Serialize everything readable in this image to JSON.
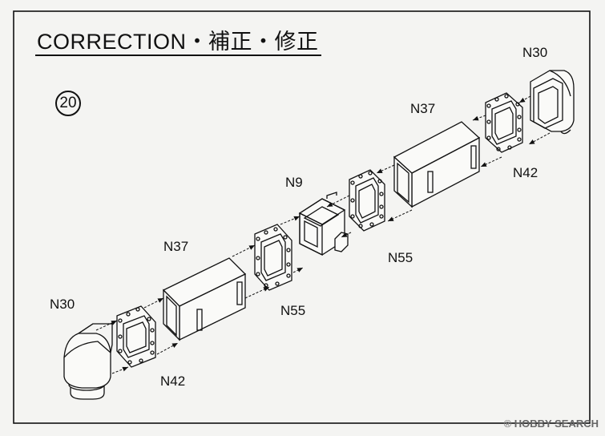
{
  "title": "CORRECTION・補正・修正",
  "step_number": "20",
  "labels": {
    "n30_top": "N30",
    "n37_top": "N37",
    "n42_top": "N42",
    "n9": "N9",
    "n55_top": "N55",
    "n37_bottom": "N37",
    "n55_bottom": "N55",
    "n30_bottom": "N30",
    "n42_bottom": "N42"
  },
  "watermark": {
    "brand": "HOBBY SEARCH"
  },
  "colors": {
    "line": "#111111",
    "background": "#f4f4f2",
    "part_fill": "#fafaf8"
  }
}
